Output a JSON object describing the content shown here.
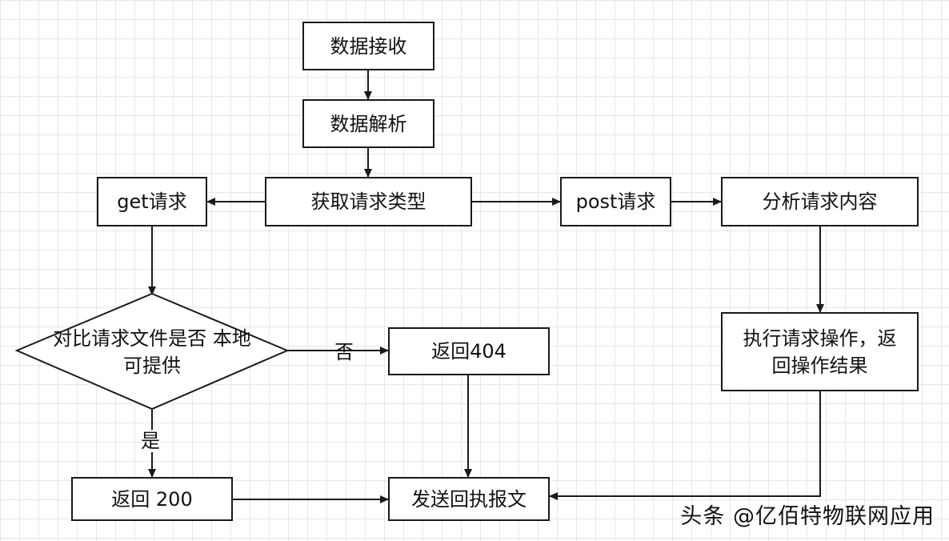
{
  "nodes": {
    "receive": "数据接收",
    "parse": "数据解析",
    "get_type": "获取请求类型",
    "get_request": "get请求",
    "post_request": "post请求",
    "analyze": "分析请求内容",
    "compare_line1": "对比请求文件是否",
    "compare_line2": "本地可提供",
    "return_404": "返回404",
    "execute_line1": "执行请求操作，返",
    "execute_line2": "回操作结果",
    "return_200": "返回 200",
    "send_receipt": "发送回执报文"
  },
  "edge_labels": {
    "no": "否",
    "yes": "是"
  },
  "watermark": "头条 @亿佰特物联网应用"
}
